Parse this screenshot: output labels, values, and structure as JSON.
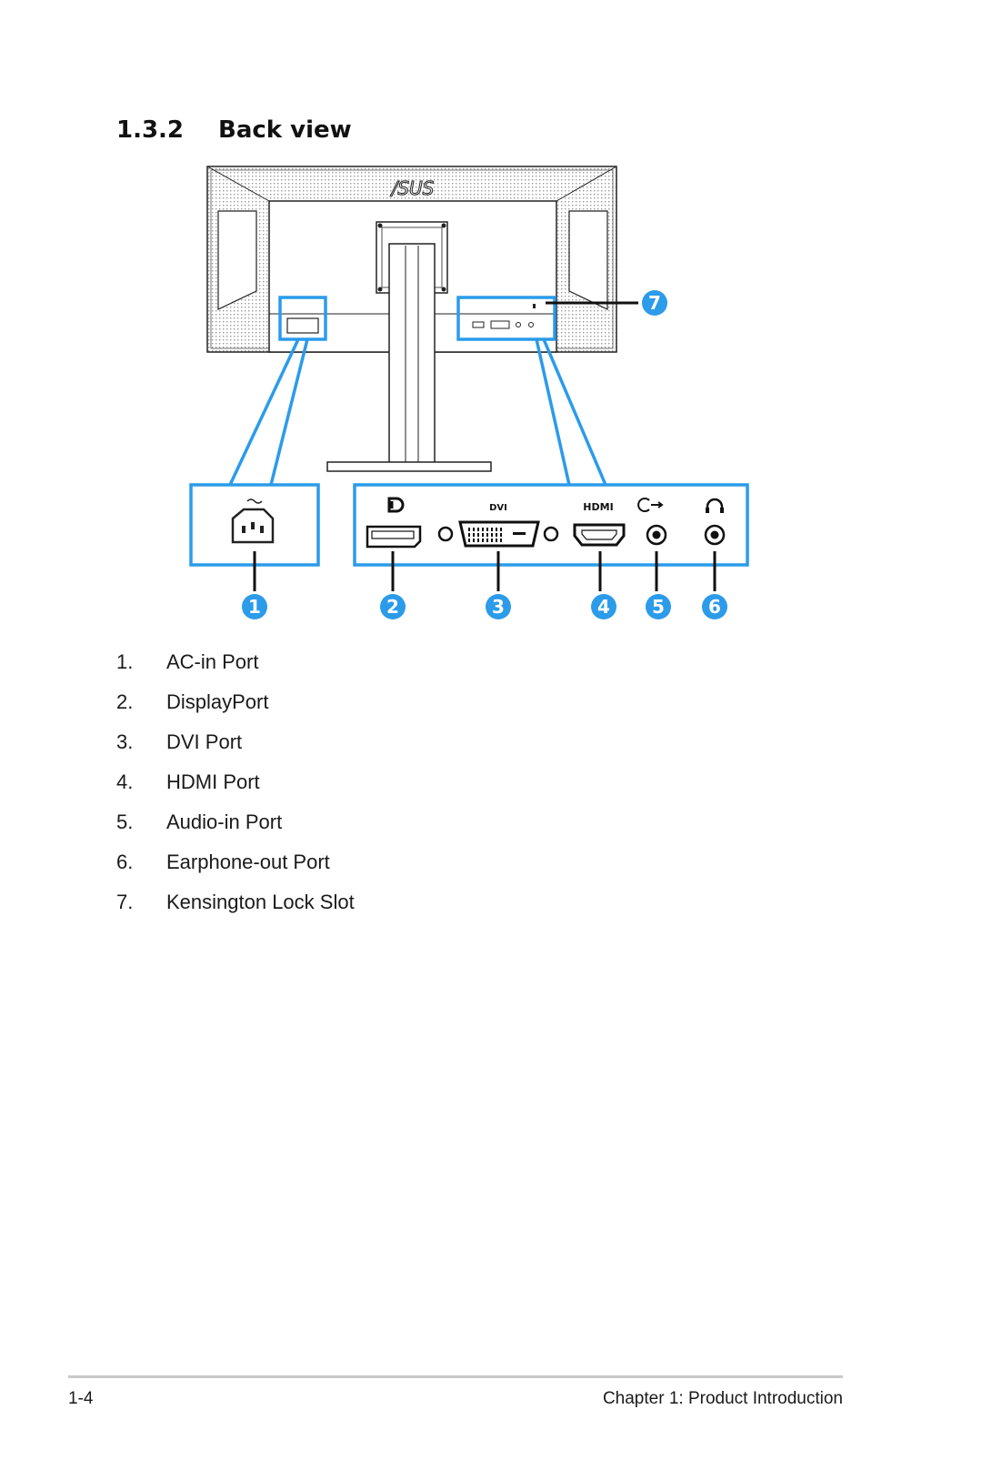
{
  "section": {
    "number": "1.3.2",
    "title": "Back view"
  },
  "figure": {
    "logo_text": "/SUS",
    "callout_labels": [
      "1",
      "2",
      "3",
      "4",
      "5",
      "6",
      "7"
    ],
    "port_labels": {
      "dvi": "DVI",
      "hdmi": "HDMI"
    },
    "accent_color": "#2b9bea",
    "icons": [
      "ac-power-socket-icon",
      "displayport-icon",
      "dvi-connector-icon",
      "hdmi-connector-icon",
      "audio-in-icon",
      "headphone-icon",
      "kensington-lock-icon"
    ]
  },
  "ports": [
    {
      "num": "1.",
      "label": "AC-in Port"
    },
    {
      "num": "2.",
      "label": "DisplayPort"
    },
    {
      "num": "3.",
      "label": "DVI Port"
    },
    {
      "num": "4.",
      "label": "HDMI Port"
    },
    {
      "num": "5.",
      "label": "Audio-in Port"
    },
    {
      "num": "6.",
      "label": "Earphone-out Port"
    },
    {
      "num": "7.",
      "label": "Kensington Lock Slot"
    }
  ],
  "footer": {
    "page": "1-4",
    "chapter": "Chapter 1: Product Introduction"
  }
}
